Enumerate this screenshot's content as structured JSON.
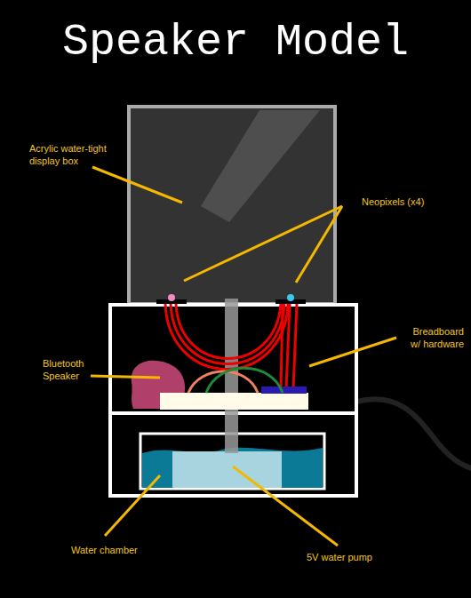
{
  "diagram": {
    "title": "Speaker Model",
    "labels": [
      "Acrylic water-tight display box",
      "Neopixels (x4)",
      "Breadboard w/ hardware",
      "Bluetooth Speaker",
      "Water chamber",
      "5V water pump"
    ]
  }
}
